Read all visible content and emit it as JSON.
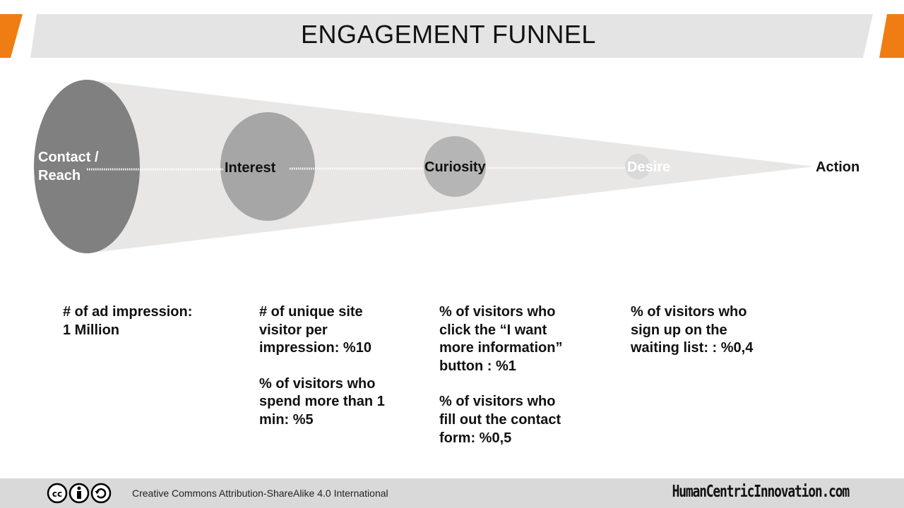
{
  "title": "ENGAGEMENT  FUNNEL",
  "colors": {
    "accent": "#F07D14",
    "title_bar": "#E4E4E4",
    "funnel": "#E9E6E6",
    "stage_contact": "#808080",
    "stage_interest": "#A6A6A6",
    "stage_curiosity": "#B5B5B5",
    "stage_desire": "#D9D9D9",
    "footer_bar": "#D9D9D9"
  },
  "stages": [
    {
      "label_line1": "Contact /",
      "label_line2": "Reach"
    },
    {
      "label": "Interest"
    },
    {
      "label": "Curiosity"
    },
    {
      "label": "Desire"
    },
    {
      "label": "Action"
    }
  ],
  "metrics": [
    {
      "blocks": [
        [
          "# of ad impression:",
          "1 Million"
        ]
      ]
    },
    {
      "blocks": [
        [
          "# of unique site",
          "visitor per",
          "impression: %10"
        ],
        [
          "% of visitors who",
          "spend more than 1",
          "min: %5"
        ]
      ]
    },
    {
      "blocks": [
        [
          "% of visitors who",
          "click the “I want",
          "more information”",
          "button : %1"
        ],
        [
          "% of visitors who",
          "fill out the contact",
          "form: %0,5"
        ]
      ]
    },
    {
      "blocks": [
        [
          "% of visitors who",
          "sign up on the",
          "waiting list: : %0,4"
        ]
      ]
    }
  ],
  "footer": {
    "license": "Creative Commons  Attribution-ShareAlike  4.0 International",
    "icons": [
      "cc-icon",
      "by-icon",
      "sa-icon"
    ],
    "site": "HumanCentricInnovation.com"
  }
}
